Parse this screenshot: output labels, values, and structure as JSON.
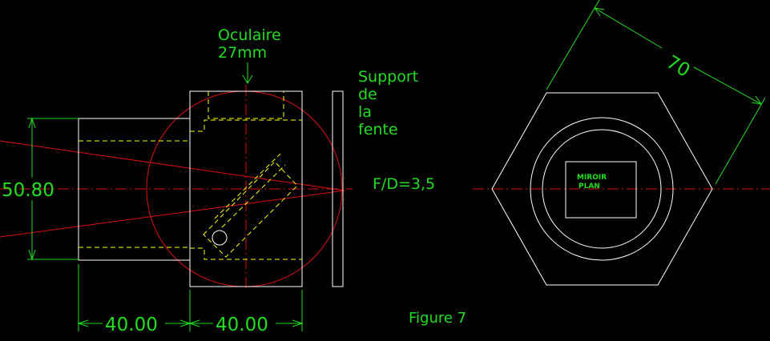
{
  "labels": {
    "ocular": "Oculaire",
    "ocular_size": "27mm",
    "support_line1": "Support",
    "support_line2": "de",
    "support_line3": "la",
    "support_line4": "fente",
    "focal_ratio": "F/D=3,5",
    "dim_height": "50.80",
    "dim_left": "40.00",
    "dim_right": "40.00",
    "dim_hex": "70",
    "mirror_line1": "MIROIR",
    "mirror_line2": "PLAN",
    "figure": "Figure 7"
  },
  "colors": {
    "background": "#000000",
    "outline": "#ffffff",
    "dimension": "#22dd22",
    "centerline": "#dd1111",
    "hidden": "#ffff00"
  }
}
